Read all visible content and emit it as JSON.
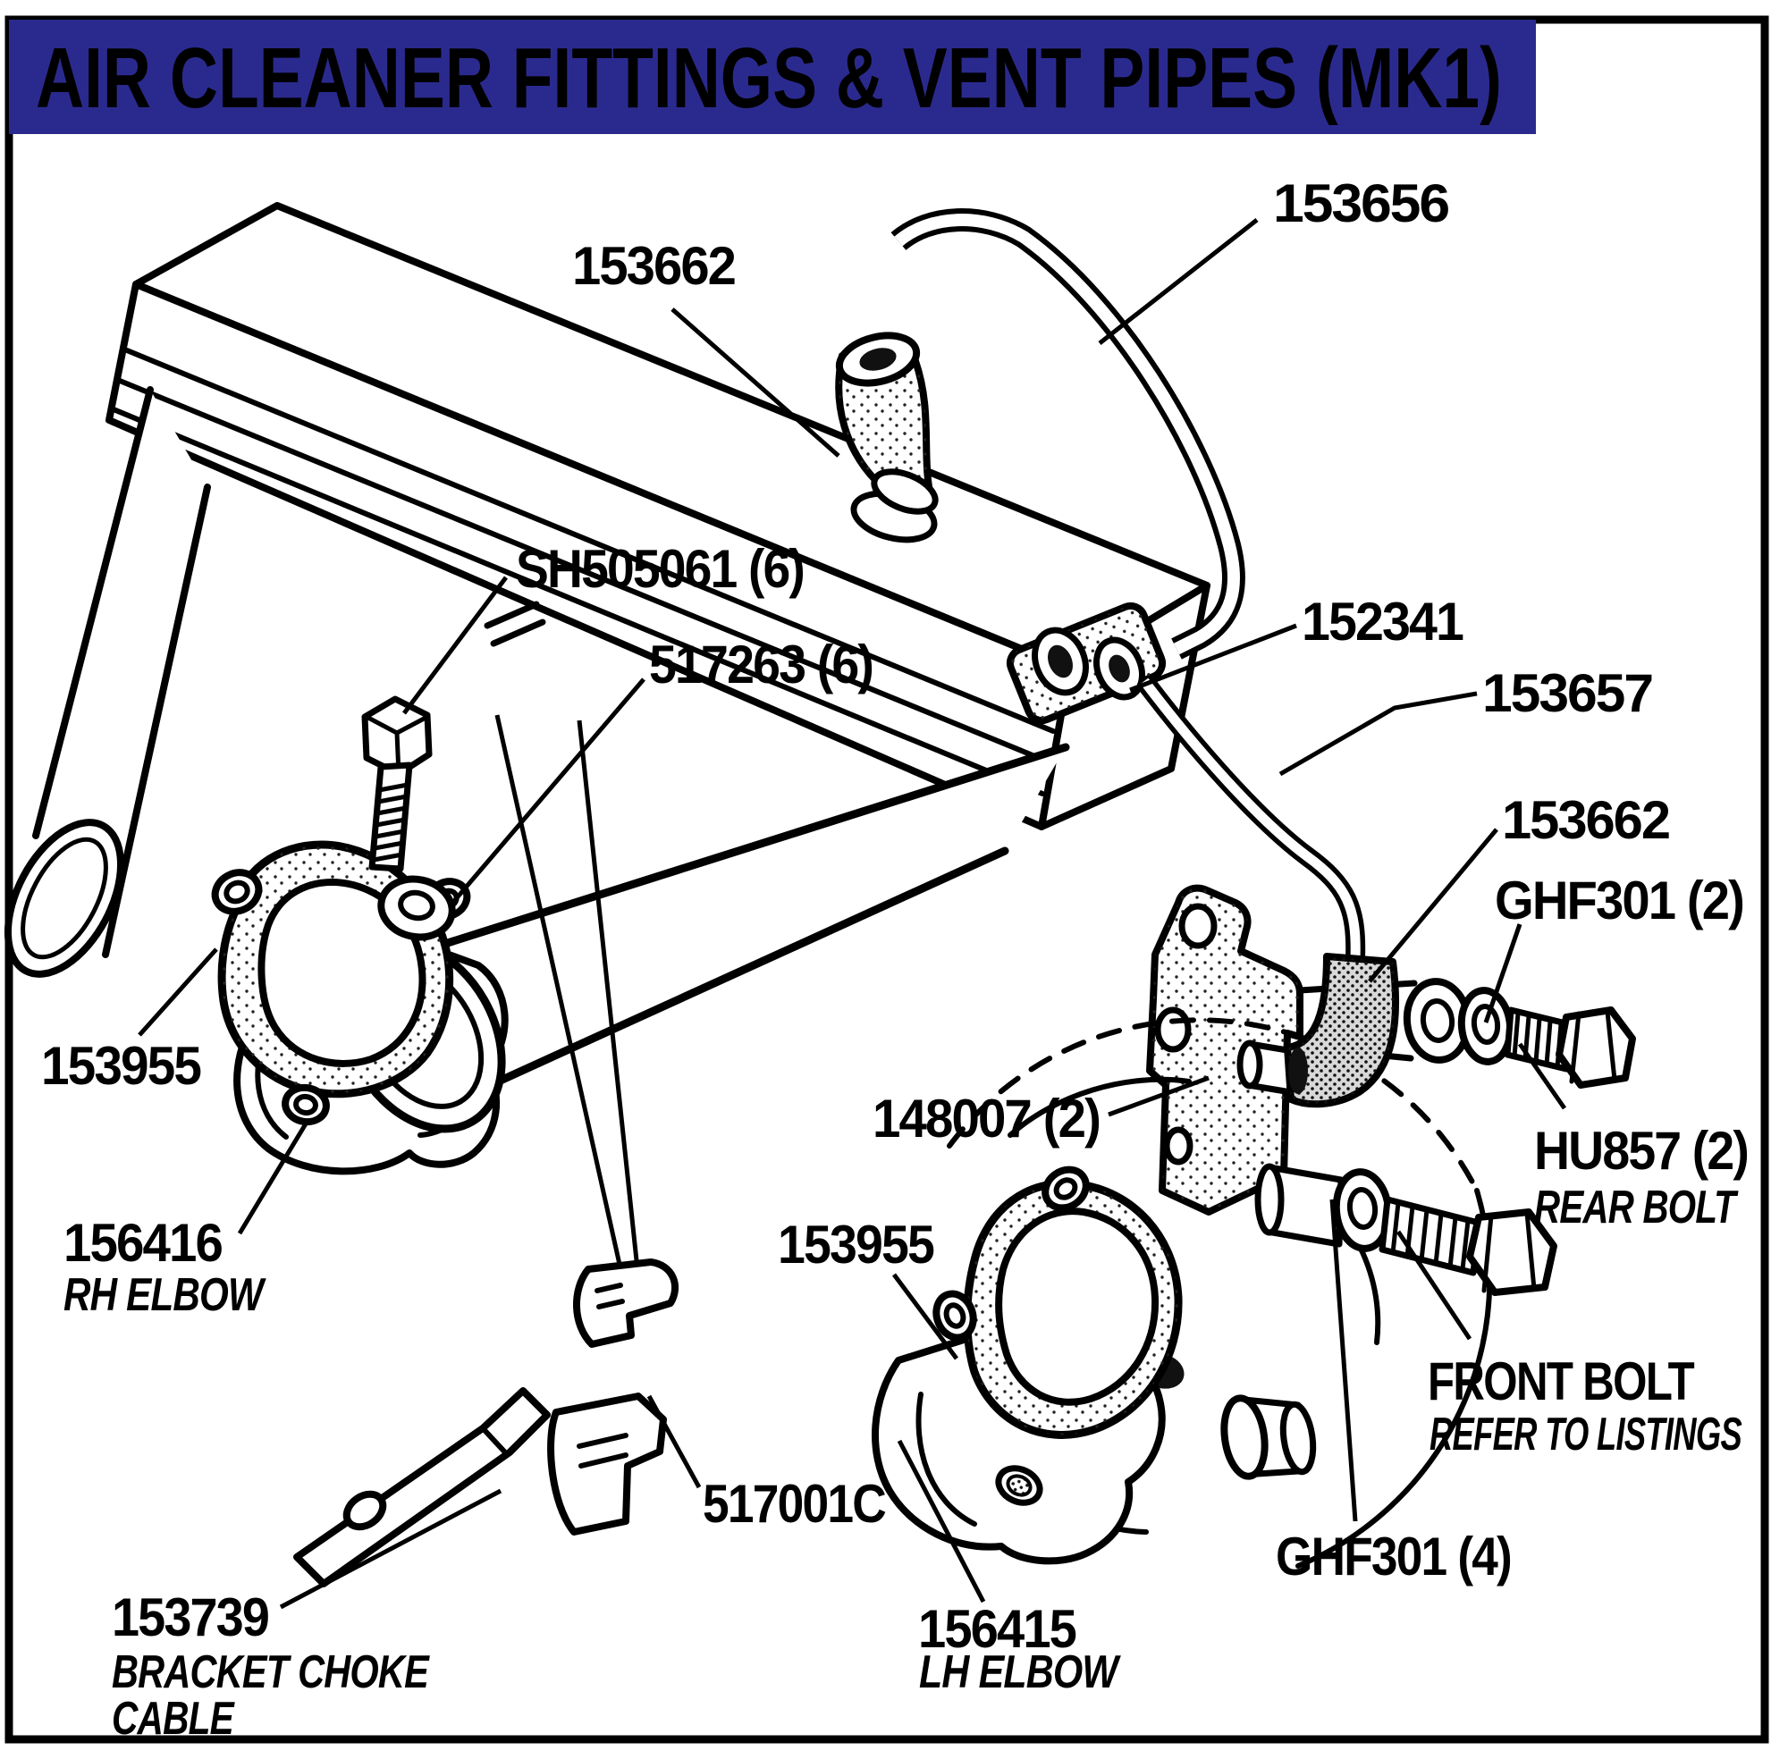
{
  "title": "AIR CLEANER FITTINGS & VENT PIPES (MK1)",
  "colors": {
    "header_bg": "#2a2a8e",
    "header_text": "#ffffff",
    "line": "#000000",
    "background": "#ffffff"
  },
  "labels": {
    "vent_elbow_top": {
      "number": "153662"
    },
    "vent_pipe_main": {
      "number": "153656"
    },
    "screw_sh505061": {
      "number": "SH505061 (6)"
    },
    "washer_517263": {
      "number": "517263 (6)"
    },
    "tee_connector": {
      "number": "152341"
    },
    "vent_pipe_lower": {
      "number": "153657"
    },
    "vent_elbow_right": {
      "number": "153662"
    },
    "washer_ghf301_2": {
      "number": "GHF301 (2)"
    },
    "rear_bolt": {
      "number": "HU857 (2)",
      "name": "REAR BOLT"
    },
    "gasket_left": {
      "number": "153955"
    },
    "bracket_148007": {
      "number": "148007 (2)"
    },
    "rh_elbow": {
      "number": "156416",
      "name": "RH ELBOW"
    },
    "gasket_mid": {
      "number": "153955"
    },
    "clip_517001c": {
      "number": "517001C"
    },
    "front_bolt": {
      "number": "FRONT BOLT",
      "name": "REFER TO LISTINGS"
    },
    "washer_ghf301_4": {
      "number": "GHF301 (4)"
    },
    "bracket_choke": {
      "number": "153739",
      "name": "BRACKET CHOKE",
      "name2": "CABLE"
    },
    "lh_elbow": {
      "number": "156415",
      "name": "LH ELBOW"
    }
  }
}
